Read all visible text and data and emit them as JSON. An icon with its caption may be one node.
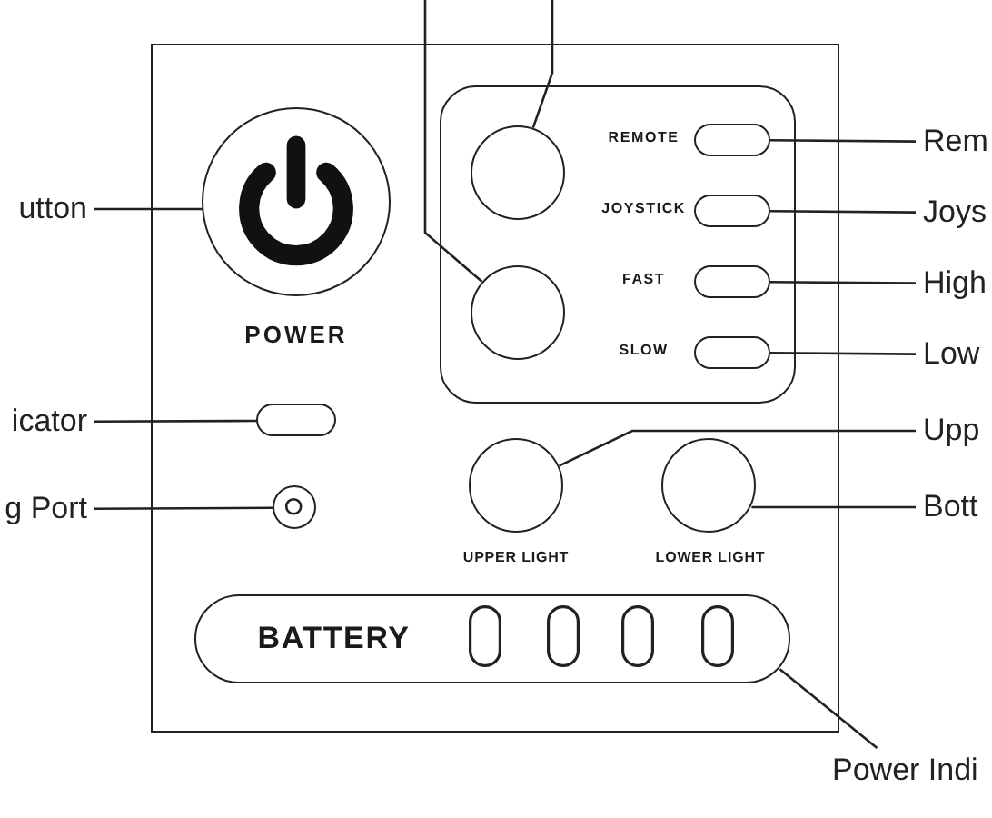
{
  "diagram": {
    "nodes": [
      {
        "text": [
          "utton"
        ]
      },
      {
        "text": [],
        "shape": "box"
      },
      {
        "text": [],
        "shape": "circle",
        "in": 1,
        "beside": [
          "POWER"
        ]
      },
      {
        "text": [],
        "shape": "box",
        "in": 1
      },
      {
        "text": [],
        "shape": "circle",
        "in": 3
      },
      {
        "text": [],
        "shape": "pill",
        "in": 3,
        "beside": [
          "REMOTE"
        ]
      },
      {
        "text": [],
        "shape": "circle",
        "in": 3
      },
      {
        "text": [],
        "shape": "pill",
        "in": 3,
        "beside": [
          "JOYSTICK"
        ]
      },
      {
        "text": [],
        "shape": "pill",
        "in": 3,
        "beside": [
          "FAST"
        ]
      },
      {
        "text": [],
        "shape": "pill",
        "in": 3,
        "beside": [
          "SLOW"
        ]
      },
      {
        "text": [
          "Rem"
        ]
      },
      {
        "text": [
          "Joys"
        ]
      },
      {
        "text": [
          "High"
        ]
      },
      {
        "text": [
          "Low"
        ]
      },
      {
        "text": [
          "icator"
        ]
      },
      {
        "text": [],
        "shape": "pill",
        "in": 1
      },
      {
        "text": [
          "g Port"
        ]
      },
      {
        "text": [],
        "shape": "circle",
        "in": 1
      },
      {
        "text": [],
        "shape": "circle",
        "in": 1,
        "beside": [
          "UPPER LIGHT"
        ]
      },
      {
        "text": [],
        "shape": "circle",
        "in": 1,
        "beside": [
          "LOWER LIGHT"
        ]
      },
      {
        "text": [
          "Upp"
        ]
      },
      {
        "text": [
          "Bott"
        ]
      },
      {
        "text": [
          "BATTERY"
        ],
        "in": 1
      },
      {
        "text": [
          "Power Indi"
        ]
      }
    ],
    "edges": [
      {
        "from": 0,
        "to": 2,
        "arrow": "none"
      },
      {
        "from": null,
        "to": 4,
        "arrow": "none"
      },
      {
        "from": null,
        "to": 6,
        "arrow": "none"
      },
      {
        "from": 10,
        "to": 5,
        "arrow": "none"
      },
      {
        "from": 11,
        "to": 7,
        "arrow": "none"
      },
      {
        "from": 12,
        "to": 8,
        "arrow": "none"
      },
      {
        "from": 13,
        "to": 9,
        "arrow": "none"
      },
      {
        "from": 14,
        "to": 15,
        "arrow": "none"
      },
      {
        "from": 16,
        "to": 17,
        "arrow": "none"
      },
      {
        "from": 20,
        "to": 18,
        "arrow": "none"
      },
      {
        "from": 21,
        "to": 19,
        "arrow": "none"
      },
      {
        "from": 23,
        "to": 22,
        "arrow": "none"
      }
    ]
  }
}
